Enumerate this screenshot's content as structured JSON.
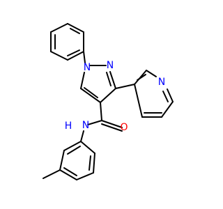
{
  "diagram": {
    "type": "chemical-structure",
    "colors": {
      "bond": "#000000",
      "nitrogen": "#0000ff",
      "oxygen": "#ff0000",
      "background": "#ffffff"
    },
    "atoms": {
      "n1": {
        "label": "N",
        "element": "nitrogen"
      },
      "n2": {
        "label": "N",
        "element": "nitrogen"
      },
      "n_pyridine": {
        "label": "N",
        "element": "nitrogen"
      },
      "nh_n": {
        "label": "N",
        "element": "nitrogen"
      },
      "nh_h": {
        "label": "H",
        "element": "nitrogen"
      },
      "o": {
        "label": "O",
        "element": "oxygen"
      }
    }
  }
}
